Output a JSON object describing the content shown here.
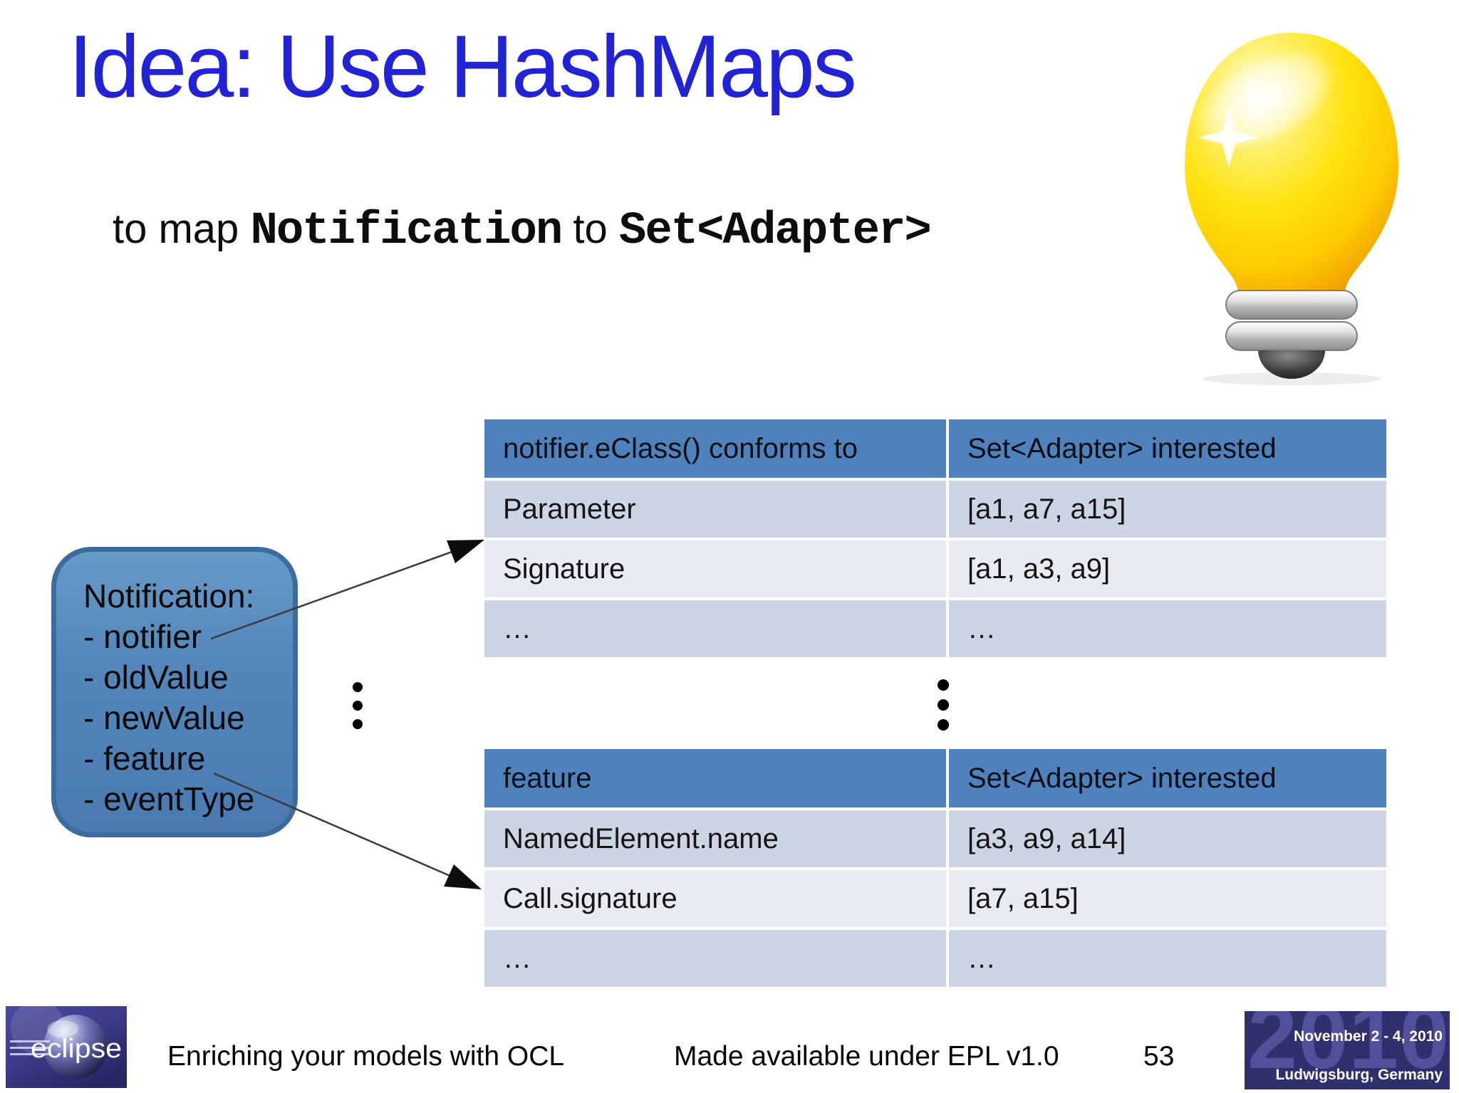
{
  "slide": {
    "title": "Idea: Use HashMaps",
    "subtitle": {
      "prefix": "to map ",
      "code1": "Notification",
      "middle": " to ",
      "code2": "Set<Adapter>"
    },
    "colors": {
      "title_blue": "#2222d6",
      "table_header_bg": "#4f81bd",
      "row_band_dark": "#cdd4e3",
      "row_band_light": "#e9ebf2",
      "box_fill": "#5486bb",
      "box_border": "#3c6b9e",
      "bulb_yellow": "#ffd600"
    }
  },
  "notification_box": {
    "title": "Notification:",
    "items": [
      "- notifier",
      "- oldValue",
      "- newValue",
      "- feature",
      "- eventType"
    ]
  },
  "tables": [
    {
      "headers": [
        "notifier.eClass() conforms to",
        "Set<Adapter> interested"
      ],
      "rows": [
        [
          "Parameter",
          "[a1, a7, a15]"
        ],
        [
          "Signature",
          "[a1, a3, a9]"
        ],
        [
          "…",
          "…"
        ]
      ]
    },
    {
      "headers": [
        "feature",
        "Set<Adapter> interested"
      ],
      "rows": [
        [
          "NamedElement.name",
          "[a3, a9, a14]"
        ],
        [
          "Call.signature",
          "[a7, a15]"
        ],
        [
          "…",
          "…"
        ]
      ]
    }
  ],
  "footer": {
    "logo_text": "eclipse",
    "presentation_title": "Enriching your models with OCL",
    "license": "Made available under EPL v1.0",
    "page_number": "53",
    "conference": {
      "year": "2010",
      "date": "November 2 - 4, 2010",
      "location": "Ludwigsburg, Germany"
    }
  }
}
